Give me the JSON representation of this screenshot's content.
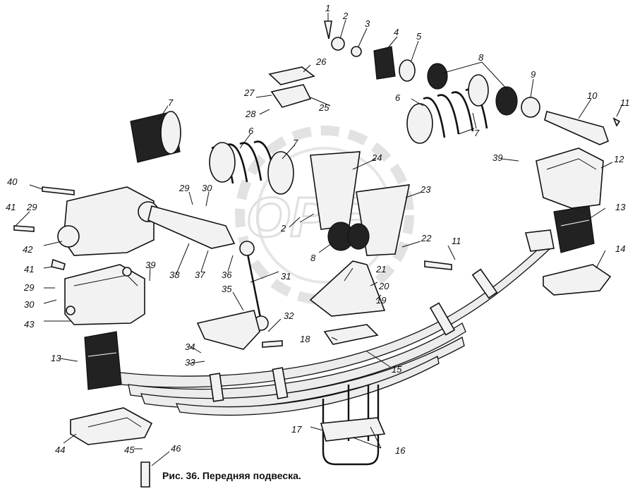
{
  "caption": "Рис. 36. Передняя подвеска.",
  "watermark": "OPEX",
  "labels": {
    "n1": "1",
    "n2": "2",
    "n3": "3",
    "n4": "4",
    "n5": "5",
    "n6": "6",
    "n7": "7",
    "n8": "8",
    "n9": "9",
    "n10": "10",
    "n11": "11",
    "n12": "12",
    "n13": "13",
    "n14": "14",
    "n15": "15",
    "n16": "16",
    "n17": "17",
    "n18": "18",
    "n19": "19",
    "n20": "20",
    "n21": "21",
    "n22": "22",
    "n23": "23",
    "n24": "24",
    "n25": "25",
    "n26": "26",
    "n27": "27",
    "n28": "28",
    "n29": "29",
    "n30": "30",
    "n31": "31",
    "n32": "32",
    "n33": "33",
    "n34": "34",
    "n35": "35",
    "n36": "36",
    "n37": "37",
    "n38": "38",
    "n39": "39",
    "n40": "40",
    "n41": "41",
    "n42": "42",
    "n43": "43",
    "n44": "44",
    "n45": "45",
    "n46": "46"
  }
}
